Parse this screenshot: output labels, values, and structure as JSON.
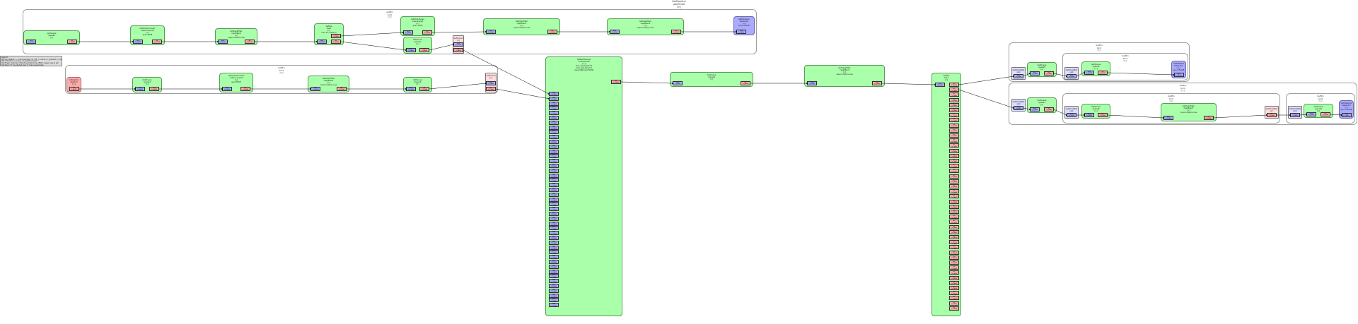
{
  "pipeline": {
    "lines": [
      "GstPipeline",
      "pipeline0",
      "[>]"
    ]
  },
  "legend": {
    "lines": [
      "Legend",
      "Element-States: [~] void-pending, [0] null, [-] ready, [=] paused, [>] playing",
      "Pad-Activation: [-] none, [>] push, [<] pull",
      "Pad-Flags: [b]locked, [f]lushing, [b]locking, [E]OS; upper-case is set",
      "Pad-Task: [T] has started task, [t] has paused task"
    ]
  },
  "bins": {
    "b1": {
      "lines": [
        "GstBin",
        "bin0",
        "[>]"
      ]
    },
    "b2": {
      "lines": [
        "GstBin",
        "bin1",
        "[>]"
      ]
    },
    "b3": {
      "lines": [
        "GstBin",
        "bin2",
        "[>]"
      ]
    },
    "b3i": {
      "lines": [
        "GstBin",
        "bin3",
        "[>]"
      ]
    },
    "b4": {
      "lines": [
        "GstBin",
        "bin4",
        "[>]"
      ]
    },
    "b4i": {
      "lines": [
        "GstBin",
        "bin5",
        "[>]"
      ]
    },
    "b4j": {
      "lines": [
        "GstBin",
        "bin6",
        "[>]"
      ]
    }
  },
  "elements": {
    "e1": {
      "lines": [
        "GstQueue",
        "queue0",
        "[>]"
      ]
    },
    "e2": {
      "lines": [
        "GstVideoConvert",
        "videoconvert0",
        "[>]",
        "qos=TRUE"
      ]
    },
    "e3": {
      "lines": [
        "GstCapsFilter",
        "capsfilter0",
        "[>]",
        "caps=video/x-raw"
      ]
    },
    "e4": {
      "lines": [
        "GstTee",
        "tee0",
        "[>]",
        "num-src-pads=2"
      ]
    },
    "e5": {
      "lines": [
        "GstVideoScale",
        "videoscale0",
        "[>]",
        "qos=TRUE"
      ]
    },
    "e6": {
      "lines": [
        "GstQueue",
        "queue1",
        "[>]"
      ]
    },
    "e7": {
      "lines": [
        "GstCapsFilter",
        "capsfilter1",
        "[>]",
        "caps=video/x-raw"
      ]
    },
    "e8": {
      "lines": [
        "GstCapsFilter",
        "capsfilter2",
        "[>]",
        "caps=video/x-raw"
      ]
    },
    "e9": {
      "lines": [
        "GstFakeSink",
        "fakesink0",
        "[>]",
        "sync=FALSE"
      ]
    },
    "f1": {
      "lines": [
        "GstFunnel",
        "[>]"
      ]
    },
    "s1": {
      "lines": [
        "GstAppSrc",
        "appsrc0",
        "[>]"
      ]
    },
    "g1": {
      "lines": [
        "GstQueue",
        "queue2",
        "[>]"
      ]
    },
    "g2": {
      "lines": [
        "GstVideoConvert",
        "videoconvert1",
        "[>]",
        "qos=TRUE"
      ]
    },
    "g3": {
      "lines": [
        "GstCapsFilter",
        "capsfilter3",
        "[>]",
        "caps=video/x-raw"
      ]
    },
    "g4": {
      "lines": [
        "GstQueue",
        "queue3",
        "[>]"
      ]
    },
    "f2": {
      "lines": [
        "GstFunnel",
        "[>]"
      ]
    },
    "m1": {
      "lines": [
        "GstMultiQueue",
        "multiqueue0",
        "[>]",
        "max-size-bytes=0",
        "max-size-time=0",
        "use-buffering=FALSE"
      ]
    },
    "m2": {
      "lines": [
        "GstQueue",
        "queue4",
        "[>]"
      ]
    },
    "m3": {
      "lines": [
        "GstCapsFilter",
        "capsfilter4",
        "[>]",
        "caps=video/x-raw"
      ]
    },
    "d1": {
      "lines": [
        "GstTee",
        "tee1",
        "[>]"
      ]
    },
    "r1": {
      "lines": [
        "GstGhostPad",
        "sink"
      ]
    },
    "r2": {
      "lines": [
        "GstQueue",
        "queue5",
        "[>]"
      ]
    },
    "r3": {
      "lines": [
        "GstGhostPad",
        "sink"
      ]
    },
    "r4": {
      "lines": [
        "GstQueue",
        "queue6",
        "[>]"
      ]
    },
    "r5": {
      "lines": [
        "GstFakeSink",
        "fakesink1",
        "[>]",
        "sync=FALSE"
      ]
    },
    "t1": {
      "lines": [
        "GstGhostPad",
        "sink"
      ]
    },
    "t2": {
      "lines": [
        "GstQueue",
        "queue7",
        "[>]"
      ]
    },
    "t3": {
      "lines": [
        "GstGhostPad",
        "sink"
      ]
    },
    "t4": {
      "lines": [
        "GstQueue",
        "queue8",
        "[>]"
      ]
    },
    "t5": {
      "lines": [
        "GstCapsFilter",
        "capsfilter5",
        "[>]",
        "caps=video/x-raw"
      ]
    },
    "t6": {
      "lines": [
        "GstGhostPad",
        "src"
      ]
    },
    "t7": {
      "lines": [
        "GstGhostPad",
        "sink"
      ]
    },
    "t8": {
      "lines": [
        "GstQueue",
        "queue9",
        "[>]"
      ]
    },
    "t9": {
      "lines": [
        "GstFakeSink",
        "fakesink2",
        "[>]",
        "sync=FALSE"
      ]
    }
  },
  "pads": {
    "sink": "sink\n[>][bfb]",
    "src": "src\n[>][bfb]",
    "mux_sink_count": 45,
    "demux_src_count": 45
  },
  "colors": {
    "element": "#aaffaa",
    "sink_pad": "#aaaaff",
    "src_pad": "#ffaaaa",
    "sink_element": "#aaaaff",
    "source_element": "#ffaaaa",
    "legend": "#dddddd"
  }
}
